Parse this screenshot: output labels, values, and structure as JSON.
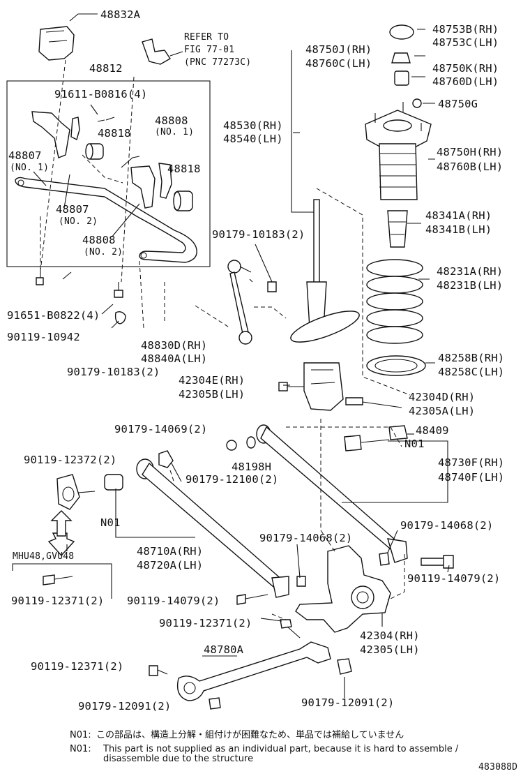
{
  "parts": {
    "p48832A": "48832A",
    "refer": [
      "REFER TO",
      "FIG 77-01",
      "(PNC 77273C)"
    ],
    "p48812": "48812",
    "p91611": "91611-B0816(4)",
    "p48808_1": [
      "48808",
      "(NO. 1)"
    ],
    "p48818a": "48818",
    "p48807_1": [
      "48807",
      "(NO. 1)"
    ],
    "p48818b": "48818",
    "p48807_2": [
      "48807",
      "(NO. 2)"
    ],
    "p48808_2": [
      "48808",
      "(NO. 2)"
    ],
    "p91651": "91651-B0822(4)",
    "p90119_10942": "90119-10942",
    "p90179_10183a": "90179-10183(2)",
    "p90179_10183b": "90179-10183(2)",
    "p48830": [
      "48830D(RH)",
      "48840A(LH)"
    ],
    "p48753": [
      "48753B(RH)",
      "48753C(LH)"
    ],
    "p48750J": [
      "48750J(RH)",
      "48760C(LH)"
    ],
    "p48750K": [
      "48750K(RH)",
      "48760D(LH)"
    ],
    "p48750G": "48750G",
    "p48530": [
      "48530(RH)",
      "48540(LH)"
    ],
    "p48750H": [
      "48750H(RH)",
      "48760B(LH)"
    ],
    "p48341": [
      "48341A(RH)",
      "48341B(LH)"
    ],
    "p48231": [
      "48231A(RH)",
      "48231B(LH)"
    ],
    "p48258": [
      "48258B(RH)",
      "48258C(LH)"
    ],
    "p42304E": [
      "42304E(RH)",
      "42305B(LH)"
    ],
    "p42304D": [
      "42304D(RH)",
      "42305A(LH)"
    ],
    "p90179_14069": "90179-14069(2)",
    "p48409": "48409",
    "n01a": "N01",
    "p48730": [
      "48730F(RH)",
      "48740F(LH)"
    ],
    "p90119_12372": "90119-12372(2)",
    "p48198H": "48198H",
    "p90179_12100": "90179-12100(2)",
    "n01b": "N01",
    "p48710": [
      "48710A(RH)",
      "48720A(LH)"
    ],
    "p90179_14068a": "90179-14068(2)",
    "p90179_14068b": "90179-14068(2)",
    "p90119_14079a": "90119-14079(2)",
    "p90119_14079b": "90119-14079(2)",
    "mhu": "MHU48,GVU48",
    "p90119_12371a": "90119-12371(2)",
    "p90119_12371b": "90119-12371(2)",
    "p90119_12371c": "90119-12371(2)",
    "p42304": [
      "42304(RH)",
      "42305(LH)"
    ],
    "p48780A": "48780A",
    "p90179_12091a": "90179-12091(2)",
    "p90179_12091b": "90179-12091(2)"
  },
  "notes": {
    "jp_key": "N01:",
    "jp_text": "この部品は、構造上分解・組付けが困難なため、単品では補給していません",
    "en_key": "N01:",
    "en_text": "This part is not supplied as an individual part, because it is hard to assemble /",
    "en_text2": "disassemble due to the structure"
  },
  "figure_id": "483088D"
}
